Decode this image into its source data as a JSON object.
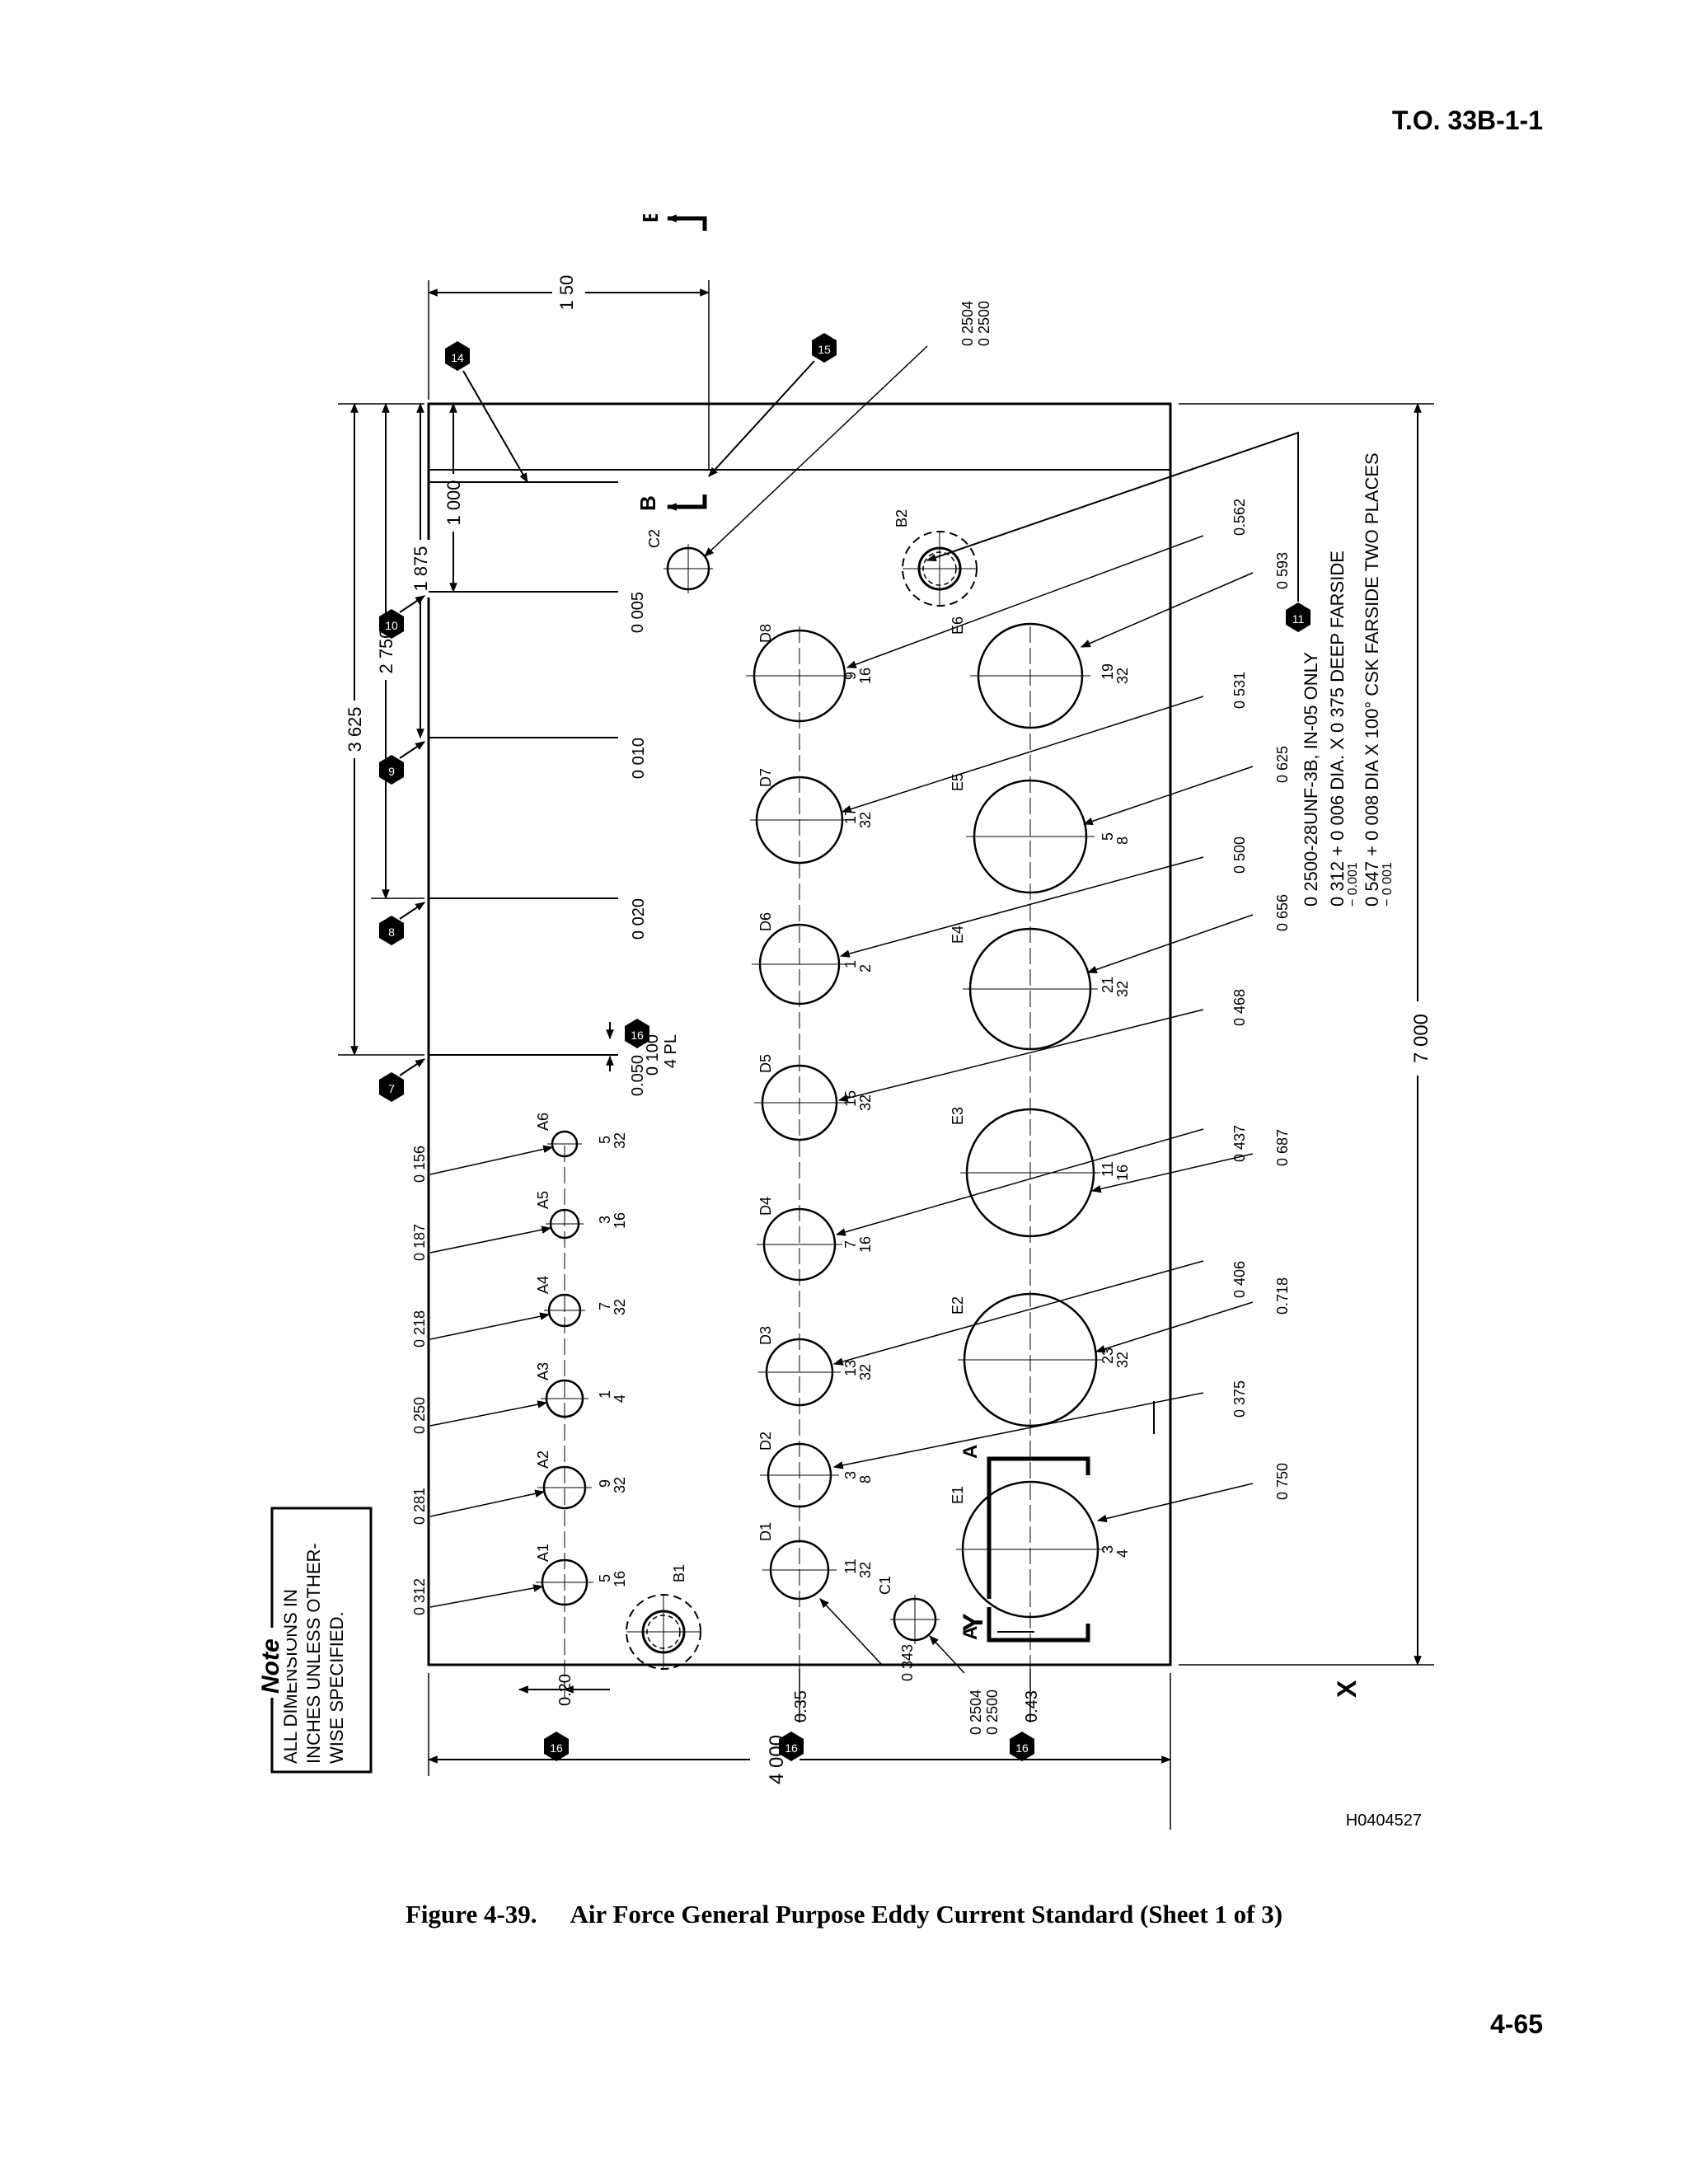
{
  "header": {
    "doc_id": "T.O. 33B-1-1"
  },
  "footer": {
    "page_number": "4-65"
  },
  "caption": {
    "figure_number": "Figure 4-39.",
    "title": "Air Force General Purpose Eddy Current Standard (Sheet 1 of 3)"
  },
  "drawing": {
    "drawing_id": "H0404527",
    "note": {
      "heading": "Note",
      "lines": [
        "ALL DIMENSIONS IN",
        "INCHES UNLESS OTHER-",
        "WISE SPECIFIED."
      ]
    },
    "axes": {
      "x": "X",
      "y": "Y"
    },
    "section_marks": {
      "a": "A",
      "b": "B"
    },
    "overall": {
      "length": "7 000",
      "width": "4 000"
    },
    "top_dims": {
      "d1": "3 625",
      "d2": "2 750",
      "d3": "1 875",
      "d4": "1 000",
      "d5": "1 50"
    },
    "slots": [
      {
        "callout": "7",
        "depth": "0.050"
      },
      {
        "callout": "8",
        "depth": "0 020"
      },
      {
        "callout": "9",
        "depth": "0 010"
      },
      {
        "callout": "10",
        "depth": "0 005"
      }
    ],
    "notch": {
      "value": "0 100",
      "qty": "4 PL"
    },
    "callouts": {
      "c11": "11",
      "c14": "14",
      "c15": "15",
      "c16": "16"
    },
    "row_a": [
      {
        "label": "A1",
        "dia": "0 312",
        "frac_n": "5",
        "frac_d": "16"
      },
      {
        "label": "A2",
        "dia": "0 281",
        "frac_n": "9",
        "frac_d": "32"
      },
      {
        "label": "A3",
        "dia": "0 250",
        "frac_n": "1",
        "frac_d": "4"
      },
      {
        "label": "A4",
        "dia": "0 218",
        "frac_n": "7",
        "frac_d": "32"
      },
      {
        "label": "A5",
        "dia": "0 187",
        "frac_n": "3",
        "frac_d": "16"
      },
      {
        "label": "A6",
        "dia": "0 156",
        "frac_n": "5",
        "frac_d": "32"
      }
    ],
    "row_d": [
      {
        "label": "D1",
        "dia": "0 343",
        "frac_n": "11",
        "frac_d": "32"
      },
      {
        "label": "D2",
        "dia": "0 375",
        "frac_n": "3",
        "frac_d": "8"
      },
      {
        "label": "D3",
        "dia": "0 406",
        "frac_n": "13",
        "frac_d": "32"
      },
      {
        "label": "D4",
        "dia": "0 437",
        "frac_n": "7",
        "frac_d": "16"
      },
      {
        "label": "D5",
        "dia": "0 468",
        "frac_n": "15",
        "frac_d": "32"
      },
      {
        "label": "D6",
        "dia": "0 500",
        "frac_n": "1",
        "frac_d": "2"
      },
      {
        "label": "D7",
        "dia": "0 531",
        "frac_n": "17",
        "frac_d": "32"
      },
      {
        "label": "D8",
        "dia": "0.562",
        "frac_n": "9",
        "frac_d": "16"
      }
    ],
    "row_e": [
      {
        "label": "E1",
        "dia": "0 750",
        "frac_n": "3",
        "frac_d": "4"
      },
      {
        "label": "E2",
        "dia": "0.718",
        "frac_n": "23",
        "frac_d": "32"
      },
      {
        "label": "E3",
        "dia": "0 687",
        "frac_n": "11",
        "frac_d": "16"
      },
      {
        "label": "E4",
        "dia": "0 656",
        "frac_n": "21",
        "frac_d": "32"
      },
      {
        "label": "E5",
        "dia": "0 625",
        "frac_n": "5",
        "frac_d": "8"
      },
      {
        "label": "E6",
        "dia": "0 593",
        "frac_n": "19",
        "frac_d": "32"
      }
    ],
    "pins": {
      "b1": "B1",
      "b2": "B2",
      "c1": "C1",
      "c2": "C2",
      "pin_dia_max": "0 2504",
      "pin_dia_min": "0 2500"
    },
    "row_offsets": {
      "a": "0.20",
      "d": "0.35",
      "e": "0.43"
    },
    "thread_note": [
      "0 2500-28UNF-3B, IN-05 ONLY",
      "0 312 + 0 006 DIA. X 0 375 DEEP FARSIDE",
      "− 0.001",
      "0 547 + 0 008 DIA  X 100° CSK FARSIDE TWO PLACES",
      "− 0 001"
    ]
  }
}
